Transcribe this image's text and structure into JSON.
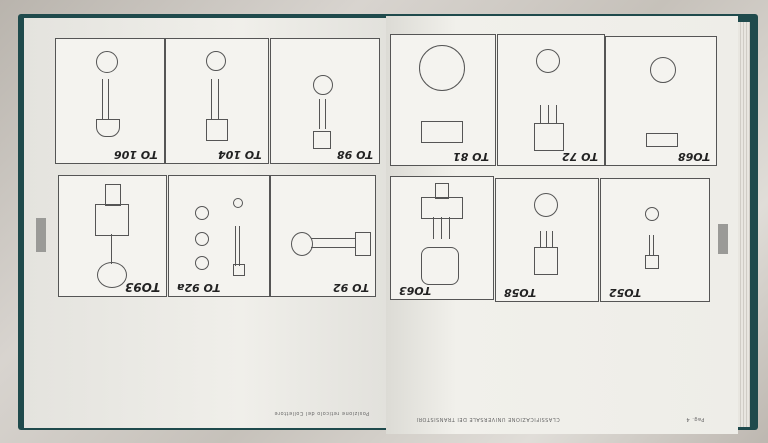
{
  "left_page": {
    "top_row": [
      "TO 106",
      "TO 104",
      "TO 98"
    ],
    "bottom_row": [
      "TO93",
      "TO 92a",
      "TO 92"
    ],
    "footer": "Posizione reticolo del Collettore"
  },
  "right_page": {
    "top_row": [
      "TO 81",
      "TO 72",
      "TO68"
    ],
    "bottom_row": [
      "TO63",
      "TO58",
      "TO52"
    ],
    "footer": "CLASSIFICAZIONE UNIVERSALE DEI TRANSISTORI",
    "page_label": "Pag. 4"
  },
  "colors": {
    "cover": "#1f4a4c",
    "paper": "#ecebe6",
    "tab": "#9a9a97"
  }
}
